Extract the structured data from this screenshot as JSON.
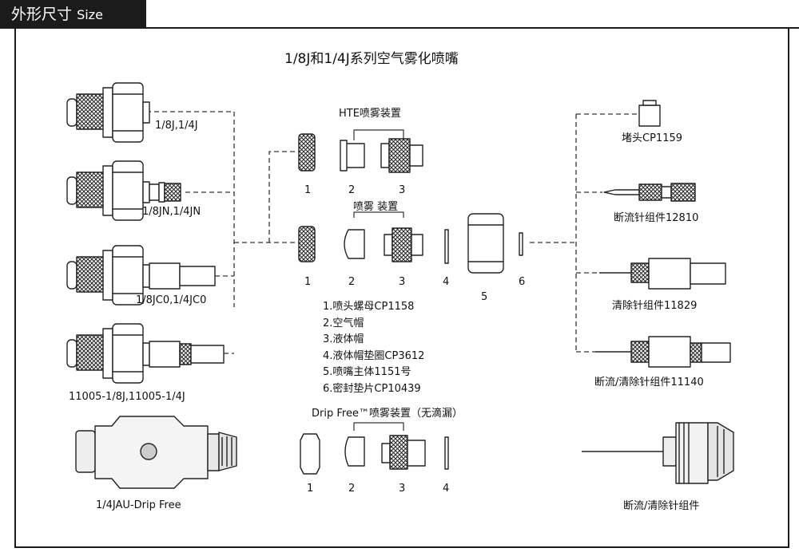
{
  "header": {
    "tab_cn": "外形尺寸",
    "tab_en": "Size"
  },
  "title": "1/8J和1/4J系列空气雾化喷嘴",
  "left_labels": {
    "a": "1/8J,1/4J",
    "b": "1/8JN,1/4JN",
    "c": "1/8JC0,1/4JC0",
    "d": "11005-1/8J,11005-1/4J",
    "e": "1/4JAU-Drip Free"
  },
  "center": {
    "hte": "HTE喷雾装置",
    "spray": "喷雾 装置",
    "drip": "Drip Free™喷雾装置（无滴漏）",
    "nums_hte": [
      "1",
      "2",
      "3"
    ],
    "nums_main": [
      "1",
      "2",
      "3",
      "4",
      "5",
      "6"
    ],
    "nums_drip": [
      "1",
      "2",
      "3",
      "4"
    ]
  },
  "legend": [
    "1.喷头螺母CP1158",
    "2.空气帽",
    "3.液体帽",
    "4.液体帽垫圈CP3612",
    "5.喷嘴主体1151号",
    "6.密封垫片CP10439"
  ],
  "right_labels": {
    "a": "堵头CP1159",
    "b": "断流针组件12810",
    "c": "清除针组件11829",
    "d": "断流/清除针组件11140",
    "e": "断流/清除针组件"
  }
}
